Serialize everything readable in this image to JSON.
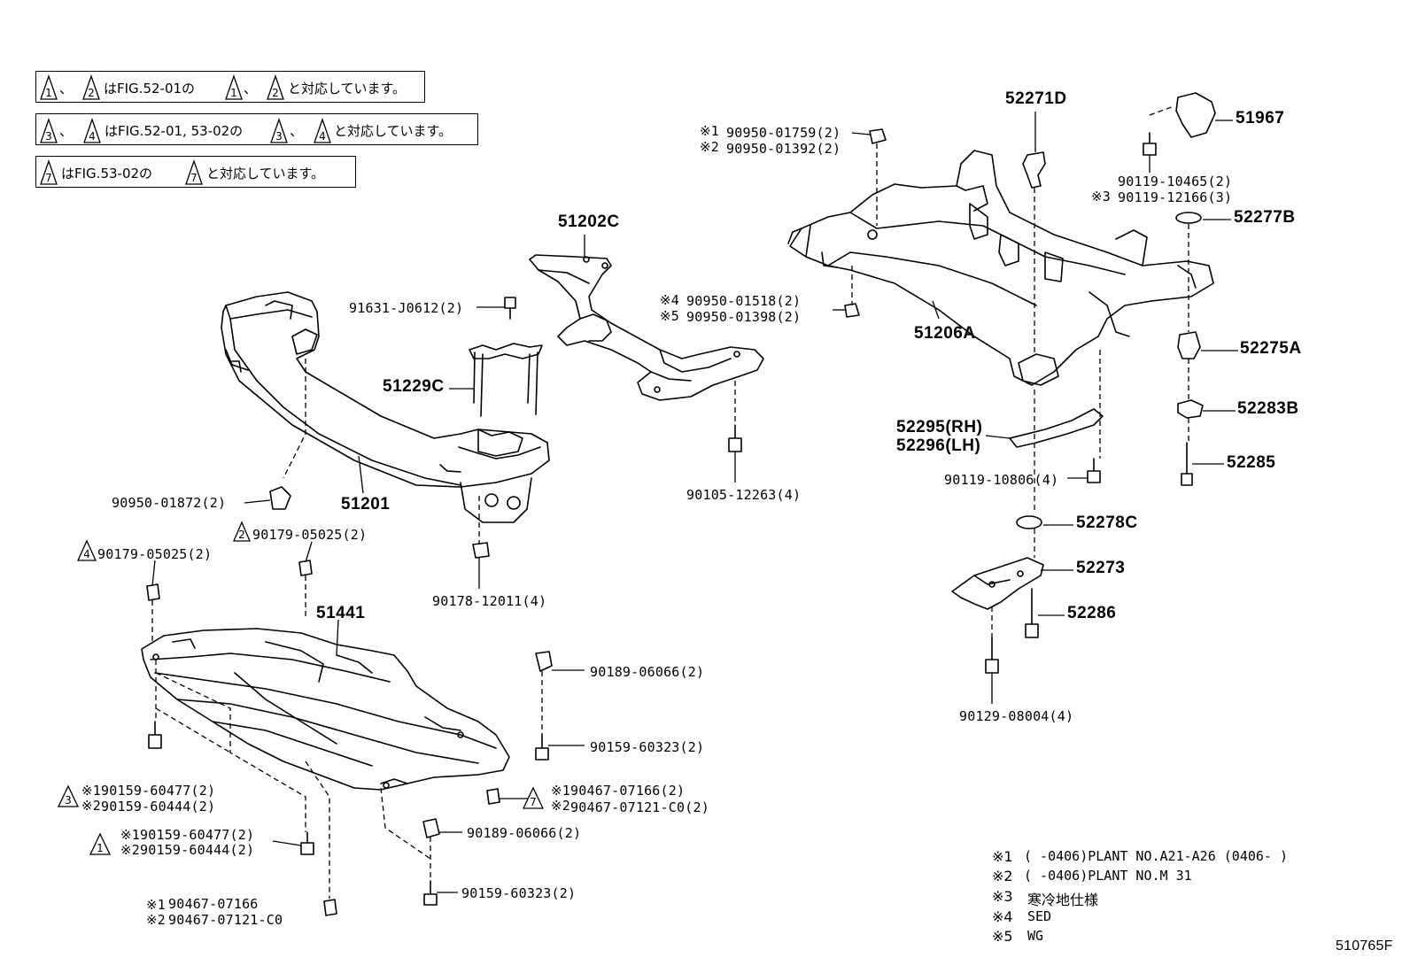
{
  "notes": [
    {
      "n1": "1",
      "n2": "2",
      "pre": "、",
      "mid": "はFIG.52-01の",
      "post": "と対応しています。"
    },
    {
      "n1": "3",
      "n2": "4",
      "pre": "、",
      "mid": "はFIG.52-01, 53-02の",
      "post": "と対応しています。"
    },
    {
      "n1": "7",
      "mid": "はFIG.53-02の",
      "post": "と対応しています。"
    }
  ],
  "parts": {
    "p51202C": "51202C",
    "p51201": "51201",
    "p51229C": "51229C",
    "p51441": "51441",
    "p51206A": "51206A",
    "p52271D": "52271D",
    "p51967": "51967",
    "p52277B": "52277B",
    "p52275A": "52275A",
    "p52283B": "52283B",
    "p52285": "52285",
    "p52278C": "52278C",
    "p52273": "52273",
    "p52286": "52286",
    "p52295": "52295(RH)",
    "p52296": "52296(LH)"
  },
  "fasteners": {
    "f91631": "91631-J0612(2)",
    "f90950_01872": "90950-01872(2)",
    "f90179_2": "90179-05025(2)",
    "f90179_4": "90179-05025(2)",
    "f90178": "90178-12011(4)",
    "f90105": "90105-12263(4)",
    "f90950_01518": "90950-01518(2)",
    "f90950_01398": "90950-01398(2)",
    "f90950_01759": "90950-01759(2)",
    "f90950_01392": "90950-01392(2)",
    "f90119_10465": "90119-10465(2)",
    "f90119_12166": "90119-12166(3)",
    "f90119_10806": "90119-10806(4)",
    "f90129": "90129-08004(4)",
    "f90189_a": "90189-06066(2)",
    "f90159_a": "90159-60323(2)",
    "f90159_477a": "90159-60477(2)",
    "f90159_444a": "90159-60444(2)",
    "f90467_166a": "90467-07166(2)",
    "f90467_121a": "90467-07121-C0(2)",
    "f90159_477b": "90159-60477(2)",
    "f90159_444b": "90159-60444(2)",
    "f90189_b": "90189-06066(2)",
    "f90159_b": "90159-60323(2)",
    "f90467_166b": "90467-07166",
    "f90467_121b": "90467-07121-C0"
  },
  "marks": {
    "m1": "※1",
    "m2": "※2",
    "m3": "※3",
    "m4": "※4",
    "m5": "※5"
  },
  "triangles": {
    "t1": "1",
    "t2": "2",
    "t3": "3",
    "t4": "4",
    "t7": "7"
  },
  "footnotes": [
    {
      "mark": "※1",
      "text": "(      -0406)PLANT NO.A21-A26 (0406-      )"
    },
    {
      "mark": "※2",
      "text": "(      -0406)PLANT NO.M 31"
    },
    {
      "mark": "※3",
      "text": "寒冷地仕様"
    },
    {
      "mark": "※4",
      "text": "SED"
    },
    {
      "mark": "※5",
      "text": "WG"
    }
  ],
  "figure_id": "510765F"
}
